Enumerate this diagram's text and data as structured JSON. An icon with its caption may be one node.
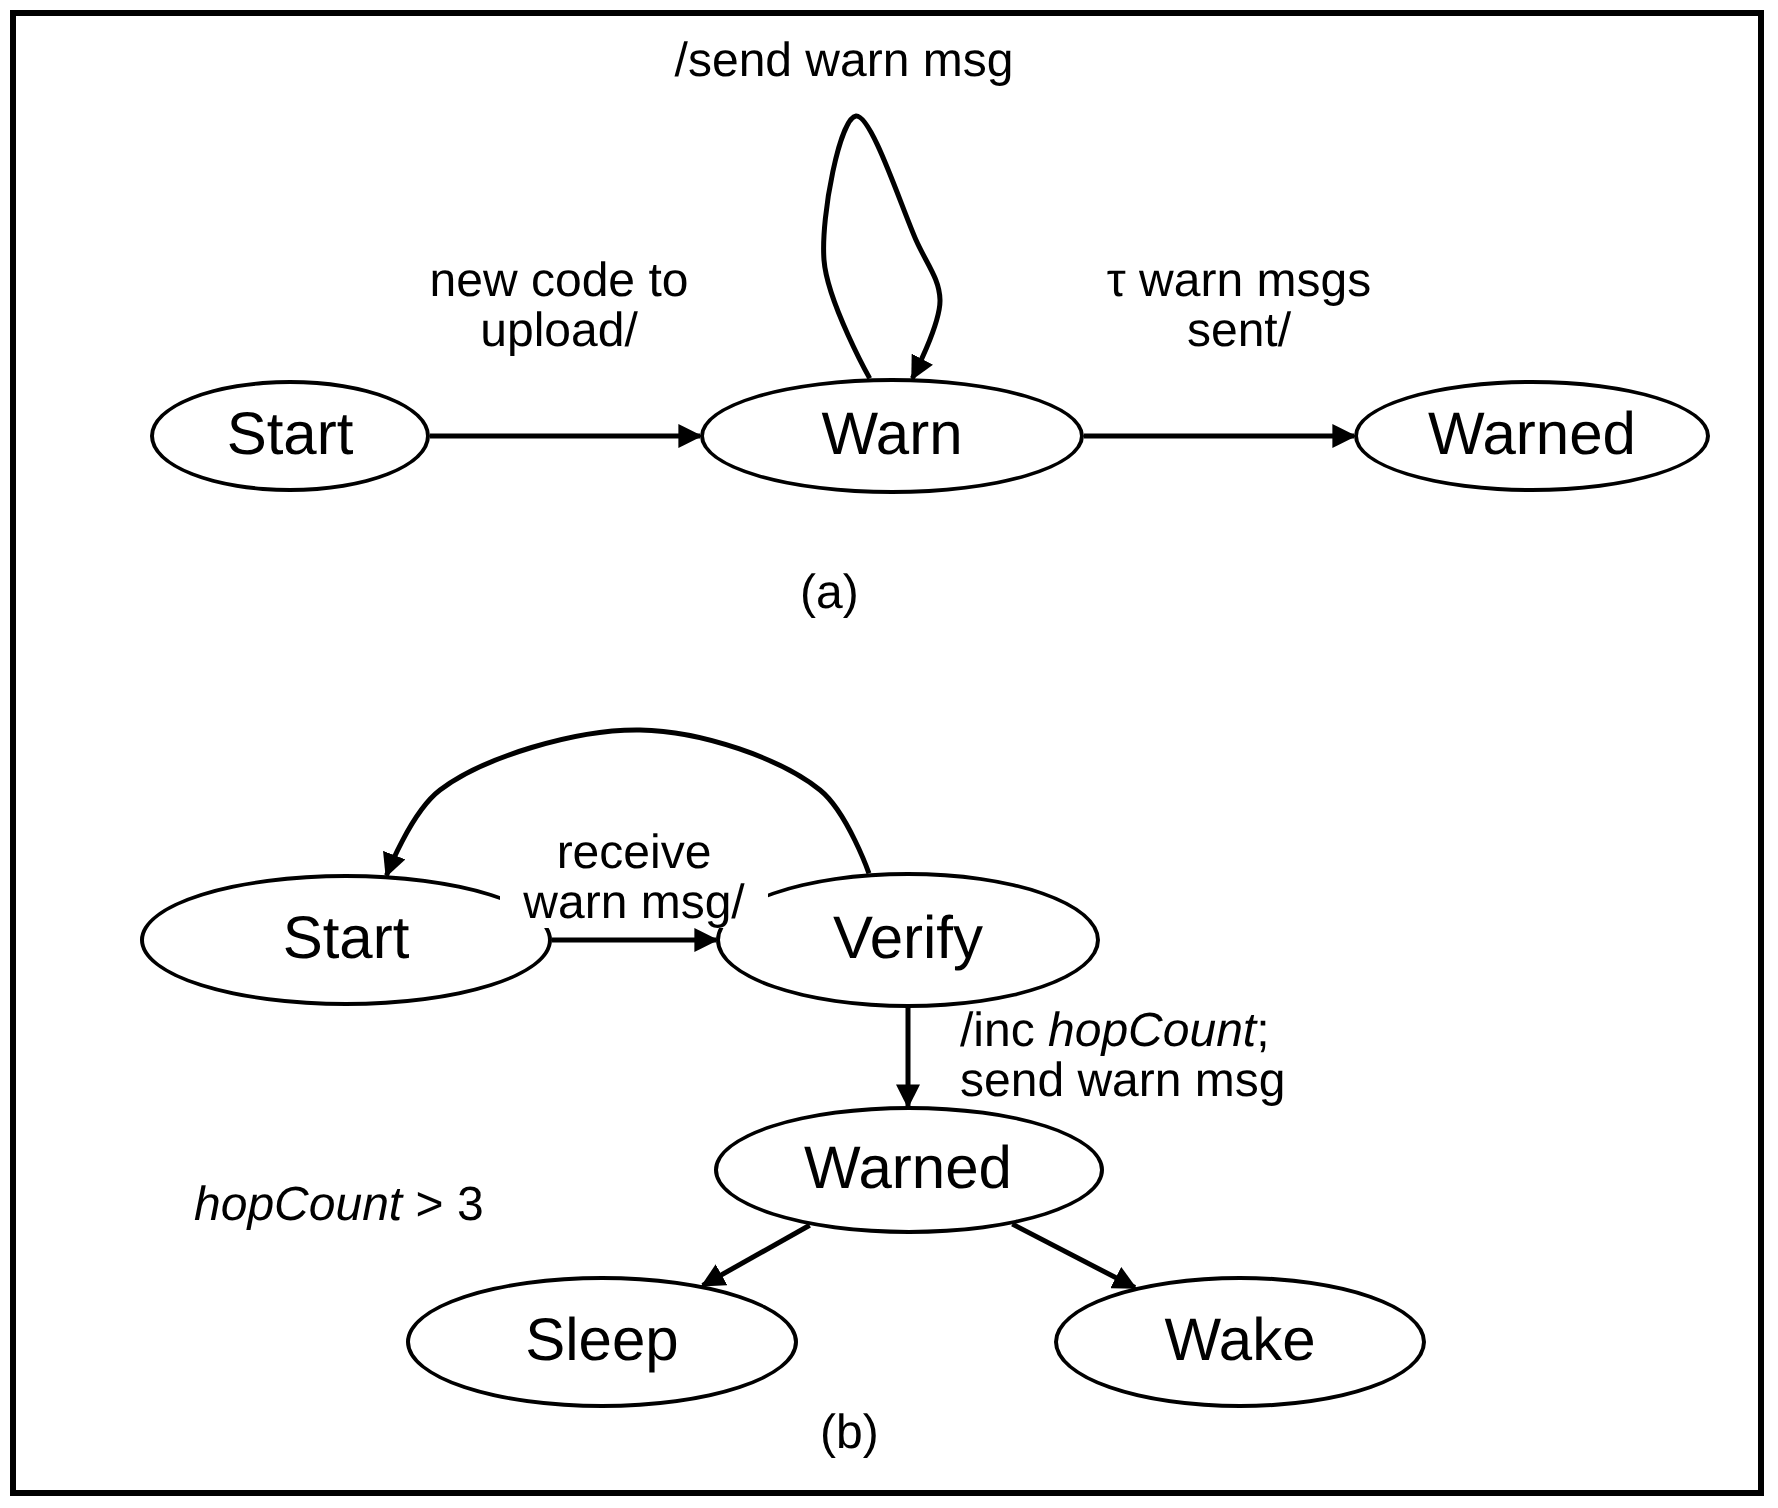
{
  "diagram": {
    "nodes": [
      {
        "text": [
          "Start"
        ]
      },
      {
        "text": [
          "Warn"
        ]
      },
      {
        "text": [
          "Warned"
        ]
      },
      {
        "text": [
          "Start"
        ]
      },
      {
        "text": [
          "Verify"
        ]
      },
      {
        "text": [
          "Warned"
        ]
      },
      {
        "text": [
          "Sleep"
        ]
      },
      {
        "text": [
          "Wake"
        ]
      }
    ],
    "edges": [
      {
        "from": 0,
        "to": 1,
        "arrow": "to",
        "label": "new code to upload/"
      },
      {
        "from": 1,
        "to": 1,
        "arrow": "to",
        "label": "/send warn msg"
      },
      {
        "from": 1,
        "to": 2,
        "arrow": "to",
        "label": "τ warn msgs sent/"
      },
      {
        "from": 3,
        "to": 4,
        "arrow": "to",
        "label": "receive warn msg/"
      },
      {
        "from": 4,
        "to": 3,
        "arrow": "to"
      },
      {
        "from": 4,
        "to": 5,
        "arrow": "to",
        "label": "/inc *hopCount*; send warn msg"
      },
      {
        "from": 5,
        "to": 6,
        "arrow": "to",
        "label": "*hopCount* > 3"
      },
      {
        "from": 5,
        "to": 7,
        "arrow": "to"
      }
    ],
    "labels": [
      "(a)",
      "(b)"
    ]
  }
}
